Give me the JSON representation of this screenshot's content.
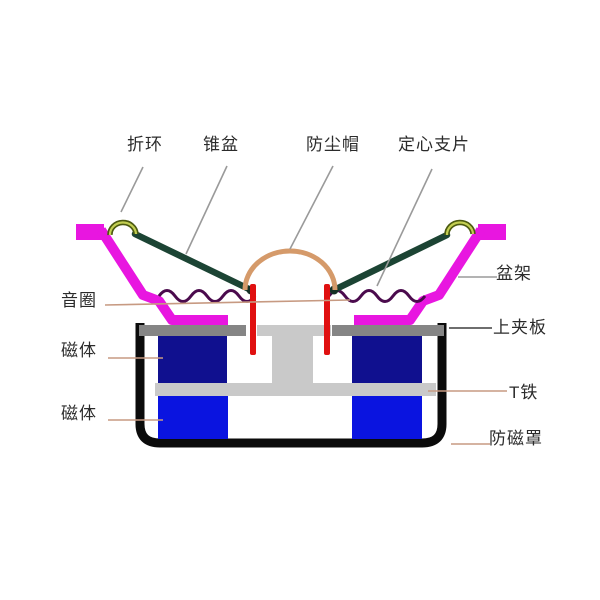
{
  "diagram": {
    "labels": {
      "surround": "折环",
      "cone": "锥盆",
      "dust_cap": "防尘帽",
      "spider": "定心支片",
      "basket": "盆架",
      "voice_coil": "音圈",
      "magnet_upper": "磁体",
      "magnet_lower": "磁体",
      "top_plate": "上夹板",
      "t_yoke": "T铁",
      "shield": "防磁罩"
    },
    "colors": {
      "background": "#ffffff",
      "basket_frame": "#e816e0",
      "surround_outer": "#4c5a10",
      "surround_inner": "#c3cf52",
      "cone": "#1c4434",
      "spider": "#4b0b4d",
      "dust_cap": "#d59a6a",
      "voice_coil": "#e01010",
      "junction": "#143026",
      "top_plate": "#858585",
      "t_yoke": "#c9c9c9",
      "magnet_upper": "#10108f",
      "magnet_lower": "#0a14e0",
      "shield": "#0b0b0b",
      "leader_gray": "#9a9a9a",
      "leader_dark": "#5a5a5a",
      "leader_tan": "#c79a82",
      "label_text": "#2b2b2b"
    }
  }
}
